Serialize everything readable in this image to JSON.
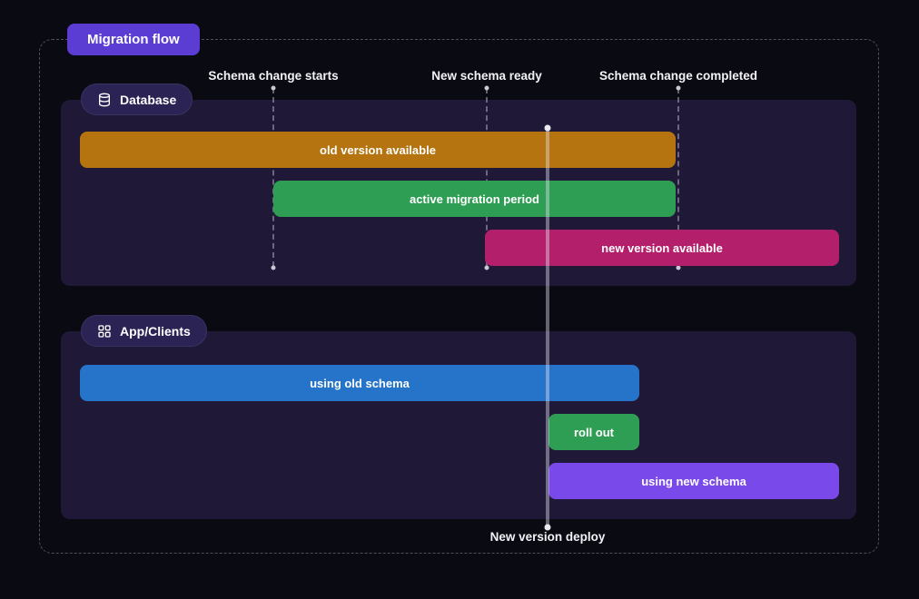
{
  "title": "Migration flow",
  "colors": {
    "background": "#0a0a13",
    "panel": "#1f1937",
    "title_badge": "#5b3dd4",
    "section_badge": "#2c2355"
  },
  "timeline_markers": {
    "top": [
      {
        "label": "Schema change starts"
      },
      {
        "label": "New schema ready"
      },
      {
        "label": "Schema change completed"
      }
    ],
    "bottom": {
      "label": "New version deploy"
    }
  },
  "sections": [
    {
      "label": "Database",
      "icon": "database-icon",
      "bars": [
        {
          "label": "old version available",
          "color": "#b5740f"
        },
        {
          "label": "active migration period",
          "color": "#2e9e54"
        },
        {
          "label": "new version available",
          "color": "#b41f6b"
        }
      ]
    },
    {
      "label": "App/Clients",
      "icon": "app-grid-icon",
      "bars": [
        {
          "label": "using old schema",
          "color": "#2673ca"
        },
        {
          "label": "roll out",
          "color": "#2e9e54"
        },
        {
          "label": "using new schema",
          "color": "#7a49ea"
        }
      ]
    }
  ]
}
